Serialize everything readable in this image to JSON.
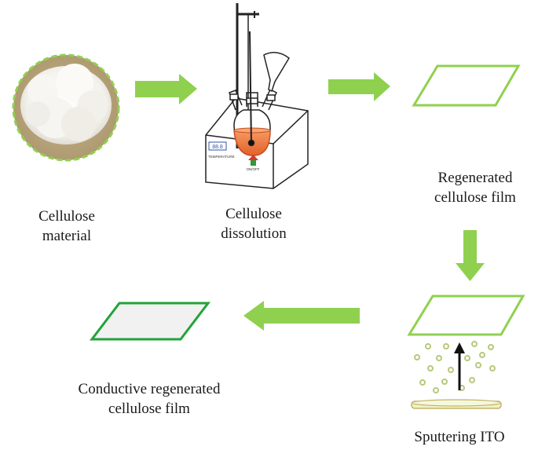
{
  "steps": {
    "material": {
      "line1": "Cellulose",
      "line2": "material"
    },
    "dissolution": {
      "line1": "Cellulose",
      "line2": "dissolution"
    },
    "regenerated": {
      "line1": "Regenerated",
      "line2": "cellulose film"
    },
    "sputtering": {
      "line1": "Sputtering ITO"
    },
    "conductive": {
      "line1": "Conductive regenerated",
      "line2": "cellulose film"
    }
  },
  "apparatus": {
    "display_text": "88.8",
    "temperature_label": "TEMPERATURE",
    "onoff_label": "ON/OFF"
  },
  "colors": {
    "arrow": "#8fd14f",
    "film_outline": "#8fd14f",
    "conductive_outline": "#22a33a",
    "conductive_fill": "#f1f1f1",
    "dashed_circle": "#8fd14f",
    "solution": "#f07a3a",
    "particle": "#b5c97a"
  }
}
